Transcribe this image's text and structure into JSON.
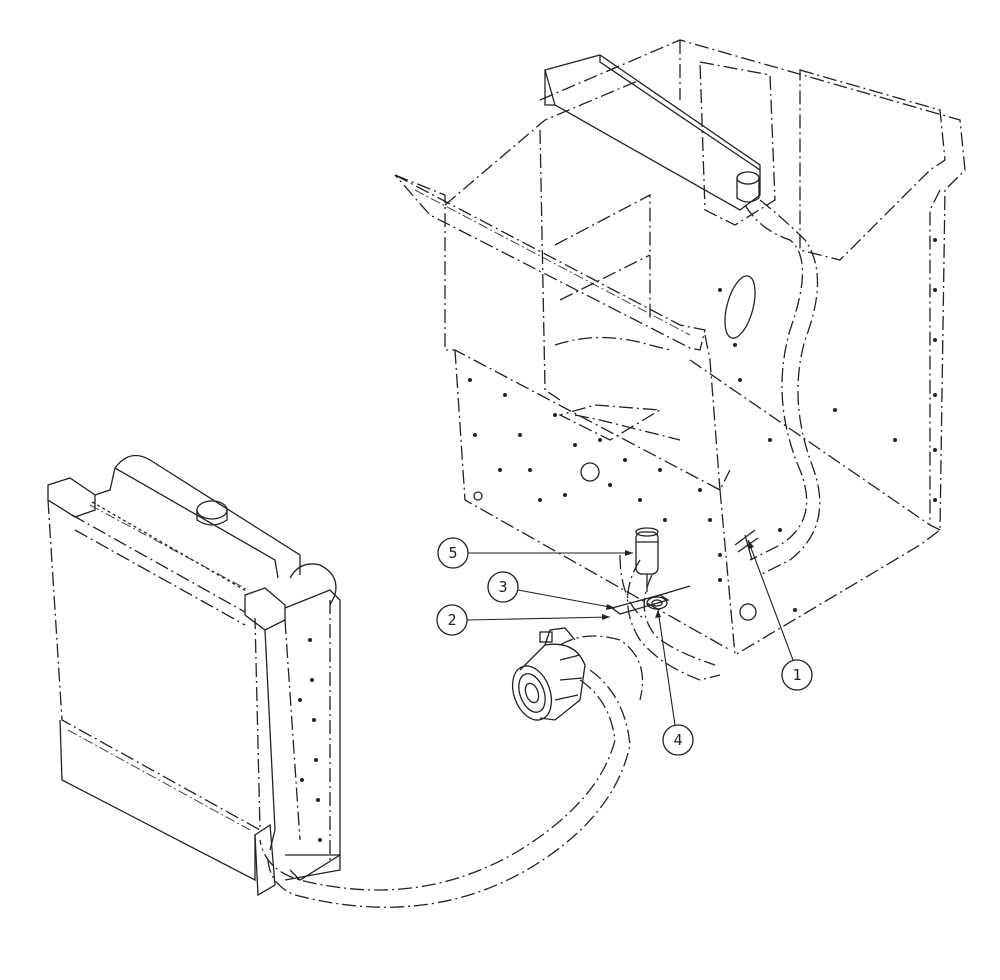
{
  "callouts": [
    {
      "id": "1",
      "label": "1"
    },
    {
      "id": "2",
      "label": "2"
    },
    {
      "id": "3",
      "label": "3"
    },
    {
      "id": "4",
      "label": "4"
    },
    {
      "id": "5",
      "label": "5"
    }
  ],
  "colors": {
    "line": "#222222",
    "background": "#ffffff"
  },
  "parts": [
    "cab-frame",
    "radiator-condenser",
    "ac-compressor",
    "receiver-drier",
    "evaporator-unit",
    "refrigerant-hoses",
    "mounting-bracket",
    "clamp"
  ]
}
